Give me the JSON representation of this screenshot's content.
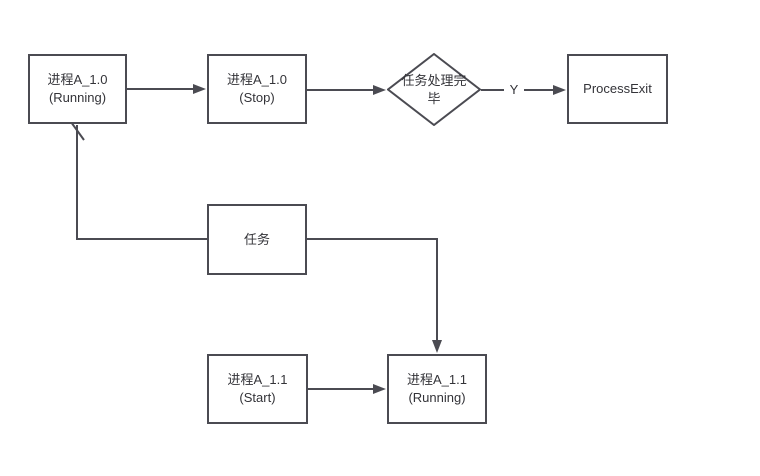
{
  "diagram": {
    "type": "flowchart",
    "colors": {
      "background": "#ffffff",
      "stroke": "#4b4b52",
      "text": "#333338"
    },
    "nodes": [
      {
        "id": "proc_a10_running",
        "shape": "rect",
        "label": [
          "进程A_1.0",
          "(Running)"
        ]
      },
      {
        "id": "proc_a10_stop",
        "shape": "rect",
        "label": [
          "进程A_1.0",
          "(Stop)"
        ]
      },
      {
        "id": "task_done",
        "shape": "diamond",
        "label": [
          "任务处理完",
          "毕"
        ]
      },
      {
        "id": "process_exit",
        "shape": "rect",
        "label": [
          "ProcessExit",
          ""
        ]
      },
      {
        "id": "task",
        "shape": "rect",
        "label": [
          "任务",
          ""
        ]
      },
      {
        "id": "proc_a11_start",
        "shape": "rect",
        "label": [
          "进程A_1.1",
          "(Start)"
        ]
      },
      {
        "id": "proc_a11_running",
        "shape": "rect",
        "label": [
          "进程A_1.1",
          "(Running)"
        ]
      }
    ],
    "edges": [
      {
        "from": "proc_a10_running",
        "to": "proc_a10_stop",
        "label": ""
      },
      {
        "from": "proc_a10_stop",
        "to": "task_done",
        "label": ""
      },
      {
        "from": "task_done",
        "to": "process_exit",
        "label": "Y"
      },
      {
        "from": "task",
        "to": "proc_a10_running",
        "label": ""
      },
      {
        "from": "task",
        "to": "proc_a11_running",
        "label": ""
      },
      {
        "from": "proc_a11_start",
        "to": "proc_a11_running",
        "label": ""
      }
    ]
  }
}
